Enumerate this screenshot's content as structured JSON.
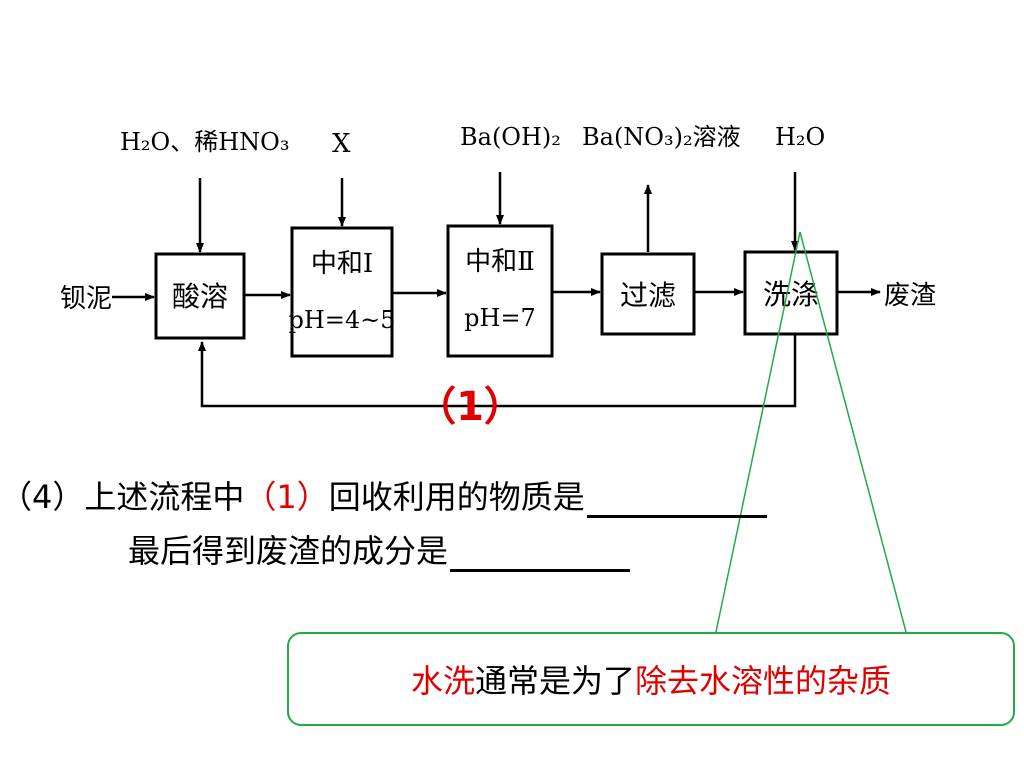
{
  "diagram": {
    "inputs": {
      "acid": "H₂O、稀HNO₃",
      "x": "X",
      "baoh2": "Ba(OH)₂",
      "bano32": "Ba(NO₃)₂溶液",
      "water": "H₂O"
    },
    "start": "钡泥",
    "end": "废渣",
    "boxes": {
      "acid_dissolve": "酸溶",
      "neutral1_title": "中和Ⅰ",
      "neutral1_ph": "pH=4~5",
      "neutral2_title": "中和Ⅱ",
      "neutral2_ph": "pH=7",
      "filter": "过滤",
      "wash": "洗涤"
    },
    "loop_label": "（1）"
  },
  "question": {
    "line1_prefix": "（4）上述流程中",
    "line1_marker": "（1）",
    "line1_suffix": "回收利用的物质是",
    "line2": "最后得到废渣的成分是"
  },
  "note": {
    "part1": "水洗",
    "part2": "通常是为了",
    "part3": "除去水溶性的杂质"
  },
  "colors": {
    "red": "#e00000",
    "green": "#22aa44"
  }
}
